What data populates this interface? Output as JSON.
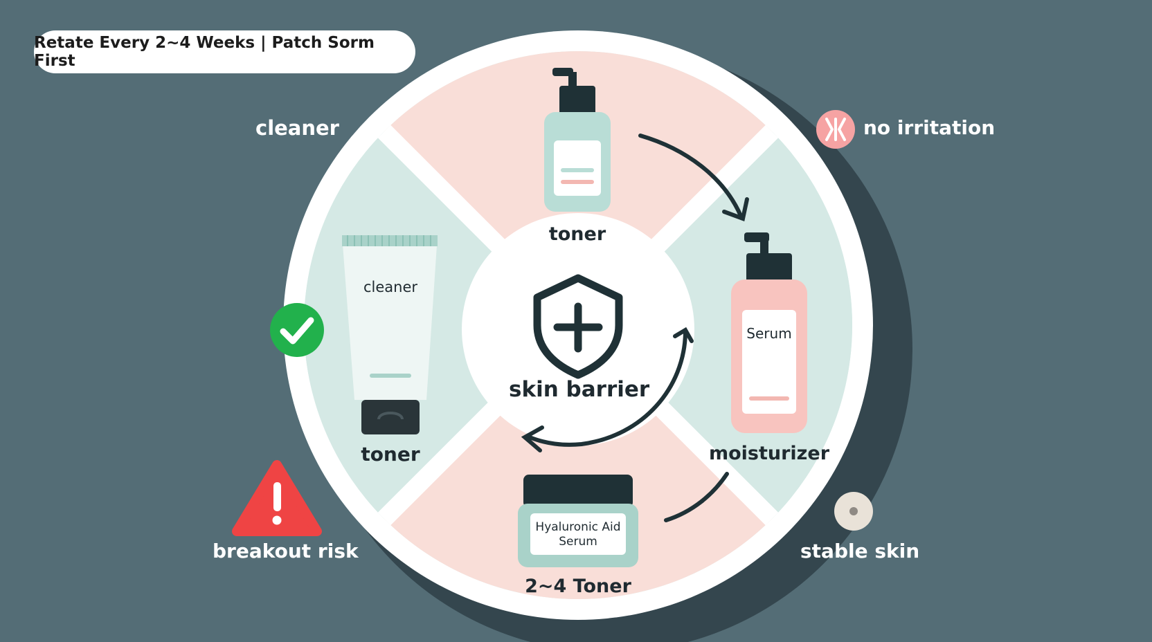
{
  "banner": {
    "text": "Retate Every 2~4 Weeks | Patch Sorm First"
  },
  "outside_labels": {
    "cleaner": "cleaner",
    "no_irritation": "no irritation",
    "breakout_risk": "breakout risk",
    "stable_skin": "stable skin"
  },
  "center": {
    "title": "skin barrier"
  },
  "products": {
    "top_bottle_label": "toner",
    "left_tube_text": "cleaner",
    "left_tube_label": "toner",
    "right_bottle_text": "Serum",
    "right_bottle_label": "moisturizer",
    "jar_text_line1": "Hyaluronic Aid",
    "jar_text_line2": "Serum",
    "jar_label": "2~4 Toner"
  },
  "colors": {
    "background": "#546d76",
    "wheel_shadow": "#34464e",
    "wheel_rim": "#ffffff",
    "segment_pink": "#f9ded8",
    "segment_mint": "#d5e9e5",
    "dark_teal": "#1f3136",
    "check_green": "#22b14c",
    "warning_red": "#ef4444",
    "soft_pink_icon": "#f6a3a3"
  },
  "icons": [
    "check-icon",
    "warning-icon",
    "no-irritation-icon",
    "stable-skin-dot-icon",
    "shield-plus-icon",
    "cycle-arrows-icon"
  ]
}
